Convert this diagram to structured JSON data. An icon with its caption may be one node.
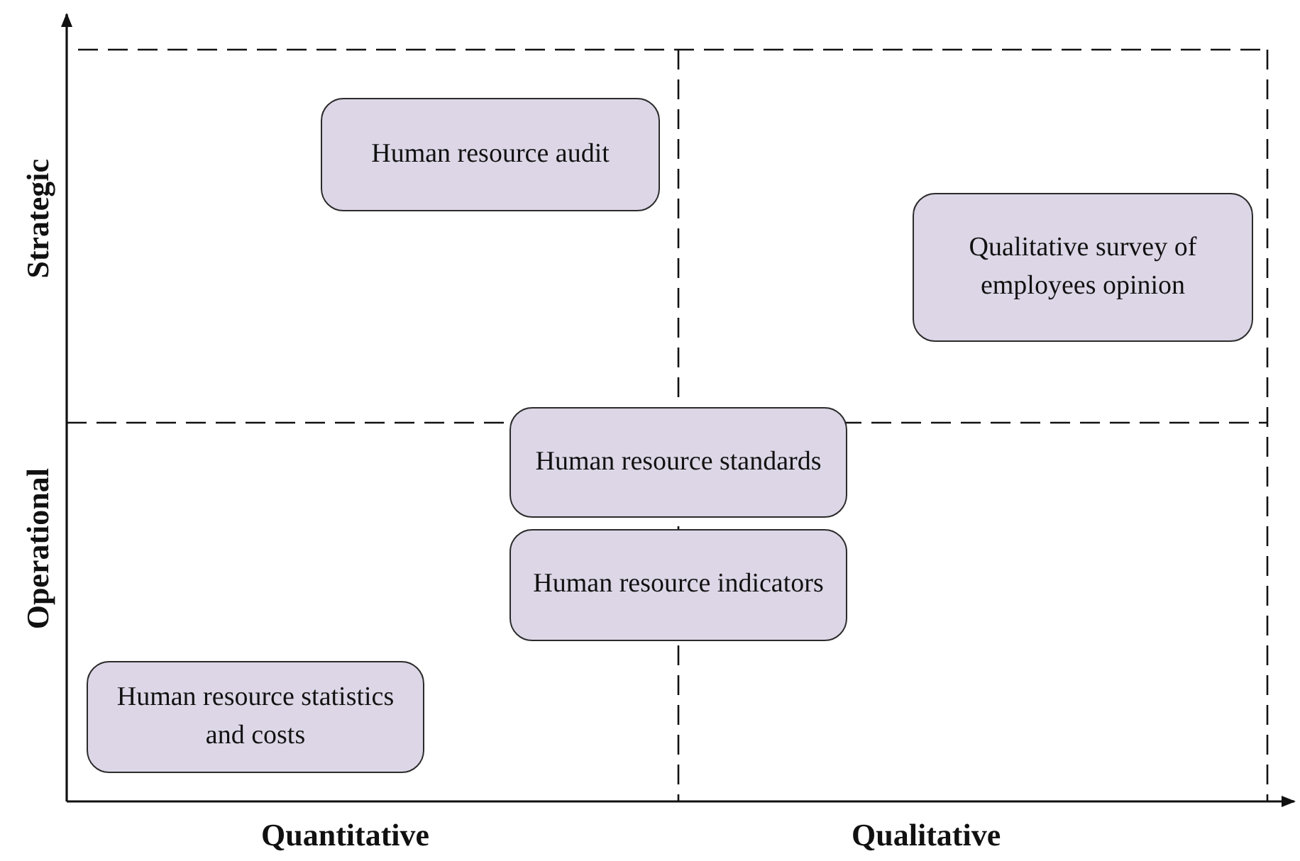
{
  "diagram": {
    "nodes": [
      {
        "text": [
          "Human resource audit"
        ]
      },
      {
        "text": [
          "Qualitative survey of employees opinion"
        ]
      },
      {
        "text": [
          "Human resource standards"
        ]
      },
      {
        "text": [
          "Human resource indicators"
        ]
      },
      {
        "text": [
          "Human resource statistics and costs"
        ]
      }
    ],
    "labels": [
      "Strategic",
      "Operational",
      "Quantitative",
      "Qualitative"
    ]
  }
}
